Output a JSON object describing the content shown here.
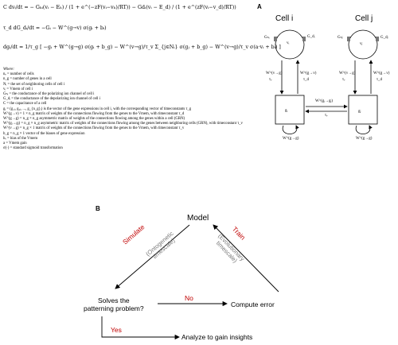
{
  "equations": {
    "eq1": "C dvᵢ/dt = − Gₕᵢ(vᵢ − Eₕ) / (1 + e^(−zF(vᵢ−vₕ)/RT)) − Gdᵢ(vᵢ − E_d) / (1 + e^(zF(vᵢ−v_d)/RT))",
    "eq2": "τ_d dG_dᵢ/dt = −Gᵢ − W^(g→v) σ(gᵢ + bᵢ)",
    "eq3": "dgᵢ/dt = 1/τ_g [ −gᵢ + W^(g→g) σ(gᵢ + b_g) − W^(v→g)/τ_v Σ_{j∈Nᵢ} σ(gⱼ + b_g) − W^(v→g)/τ_v σ(a·vᵢ + bᵢ) ]"
  },
  "definitions": {
    "where": "Where:",
    "items": [
      "nₑ = number of cells",
      "n_g = number of genes in a cell",
      "Nᵢ = the set of neighboring cells of cell i",
      "vᵢ = Vmem of cell i",
      "Gₕᵢ = the conductance of the polarizing ion channel of cell i",
      "G_dᵢ = the conductance of the depolarizing ion channel of cell i",
      "C = the capacitance of a cell",
      "gᵢ = (g₁ᵢ, g₂ᵢ, ..., g_{n_g}ᵢ) is the vector of the gene expressions in cell i, with the corresponding vector of timeconstants τ_g",
      "W^(g→v) = 1 × n_g matrix of weights of the connections flowing from the genes to the Vmem, with timeconstant τ_d",
      "W^(g→g) = n_g × n_g asymmetric matrix of weights of the connections flowing among the genes within a cell (GRN)",
      "W^(gᵢ→gⱼ) = n_g × n_g asymmetric matrix of weights of the connections flowing among the genes between neighboring cells (GRN), with timeconstant τ_v",
      "W^(v→g) = n_g × 1 matrix of weights of the connections flowing from the genes to the Vmem, with timeconstant τ_v",
      "b_g = n_g × 1 vector of the biases of gene expression",
      "bᵥ = bias of the Vmem",
      "a = Vmem gain",
      "σ(·) = standard sigmoid transformation"
    ]
  },
  "panelA": {
    "label": "A",
    "cell_i": "Cell i",
    "cell_j": "Cell j",
    "v_i": "vᵢ",
    "v_j": "vⱼ",
    "g_i": "gᵢ",
    "g_j": "gⱼ",
    "G_hi": "Gₕᵢ",
    "G_di": "G_dᵢ",
    "G_hj": "Gₕⱼ",
    "G_dj": "G_dⱼ",
    "W_vg_left": "W^(v→g)",
    "tau_v_left": "τᵥ",
    "W_gv_left": "W^(g→v)",
    "tau_d_left": "τ_d",
    "W_vg_right": "W^(v→g)",
    "tau_v_right": "τᵥ",
    "W_gv_right": "W^(g→v)",
    "tau_d_right": "τ_d",
    "W_gigj": "W^(gᵢ→gⱼ)",
    "tau_gigj": "τᵥ",
    "W_gg_left": "W^(g→g)",
    "W_gg_right": "W^(g→g)"
  },
  "panelB": {
    "label": "B",
    "model": "Model",
    "simulate": "Simulate",
    "ontogenetic": "(Ontogenetic\ntimescale)",
    "train": "Train",
    "evolutionary": "(Evolutionary\ntimescale)",
    "solves": "Solves the\npatterning problem?",
    "no": "No",
    "compute": "Compute error",
    "yes": "Yes",
    "analyze": "Analyze to gain insights"
  }
}
